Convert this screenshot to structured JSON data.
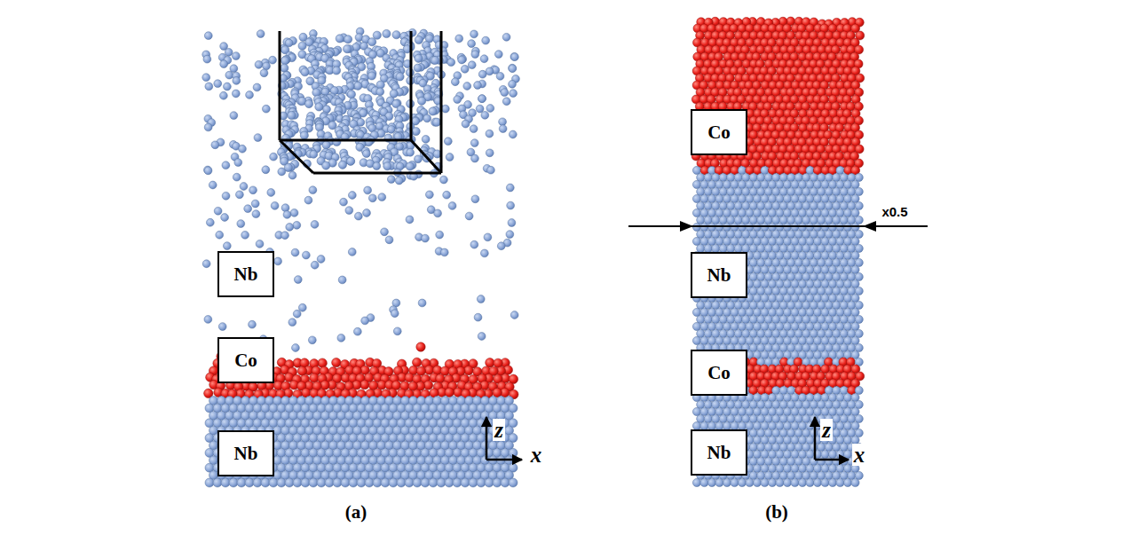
{
  "diagram": {
    "nodes": [
      {
        "text": [
          "Nb"
        ]
      },
      {
        "text": [
          "Co"
        ]
      },
      {
        "text": [
          "Nb"
        ]
      },
      {
        "text": [
          "Co"
        ]
      },
      {
        "text": [
          "Nb"
        ]
      },
      {
        "text": [
          "Co"
        ]
      },
      {
        "text": [
          "Nb"
        ]
      }
    ],
    "labels": [
      "z",
      "x",
      "(a)",
      "x0.5",
      "z",
      "x",
      "(b)"
    ]
  }
}
